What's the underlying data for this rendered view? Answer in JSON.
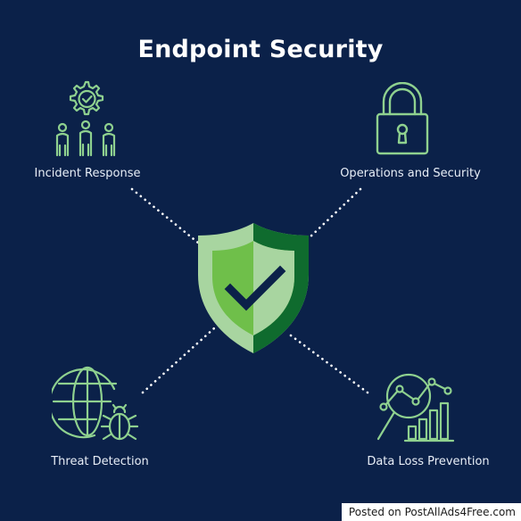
{
  "title": "Endpoint Security",
  "nodes": {
    "incident_response": "Incident Response",
    "operations_security": "Operations and Security",
    "threat_detection": "Threat Detection",
    "data_loss_prevention": "Data Loss Prevention"
  },
  "watermark": "Posted on PostAllAds4Free.com",
  "colors": {
    "background": "#0b2149",
    "icon_line": "#8fd18f",
    "shield_light": "#a8d5a0",
    "shield_mid": "#6fbf4a",
    "shield_dark": "#0f6b2e",
    "check": "#0b2149"
  }
}
